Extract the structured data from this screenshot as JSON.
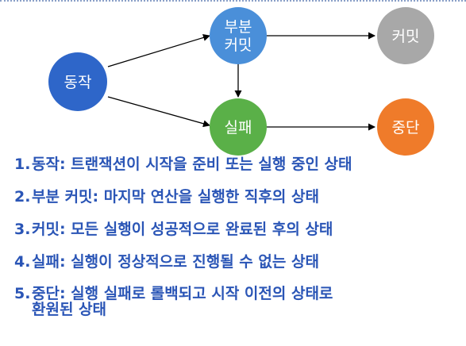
{
  "colors": {
    "active": "#2e66c9",
    "partially_committed": "#4a8fd9",
    "committed": "#a8a8a8",
    "failed": "#5ab048",
    "aborted": "#ef7b2a",
    "list_text": "#2a55b6",
    "arrow": "#000000"
  },
  "diagram": {
    "nodes": {
      "active": {
        "label": "동작"
      },
      "partially_committed": {
        "label_line1": "부분",
        "label_line2": "커밋"
      },
      "committed": {
        "label": "커밋"
      },
      "failed": {
        "label": "실패"
      },
      "aborted": {
        "label": "중단"
      }
    }
  },
  "list": {
    "items": [
      {
        "num": "1.",
        "text": "동작: 트랜잭션이 시작을 준비 또는 실행 중인 상태"
      },
      {
        "num": "2.",
        "text": "부분 커밋: 마지막 연산을 실행한 직후의 상태"
      },
      {
        "num": "3.",
        "text": "커밋: 모든 실행이 성공적으로 완료된 후의 상태"
      },
      {
        "num": "4.",
        "text": "실패: 실행이 정상적으로 진행될 수 없는 상태"
      },
      {
        "num": "5.",
        "text": "중단: 실행 실패로 롤백되고 시작 이전의 상태로\n환원된 상태"
      }
    ]
  }
}
